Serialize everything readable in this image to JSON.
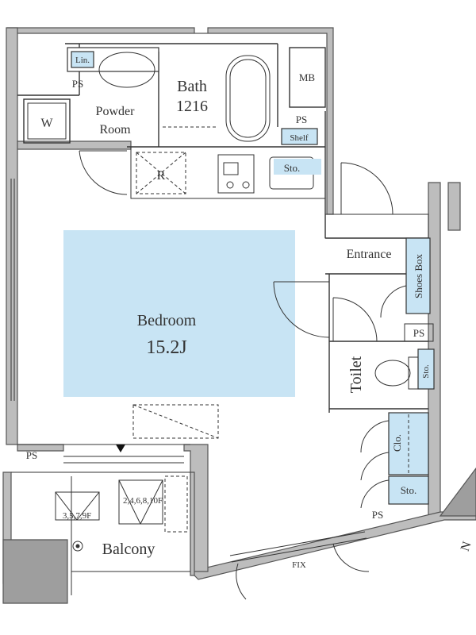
{
  "rooms": {
    "bedroom": {
      "name": "Bedroom",
      "size": "15.2J"
    },
    "bath": {
      "name": "Bath",
      "size": "1216"
    },
    "powder_room": {
      "line1": "Powder",
      "line2": "Room"
    },
    "entrance": "Entrance",
    "toilet": "Toilet",
    "balcony": "Balcony"
  },
  "labels": {
    "washer": "W",
    "refrigerator": "R",
    "meter_box": "MB",
    "linen": "Lin.",
    "shelf": "Shelf",
    "storage_kitchen": "Sto.",
    "shoes_box": "Shoes Box",
    "storage_toilet": "Sto.",
    "closet": "Clo.",
    "storage_closet": "Sto.",
    "fix_window": "FIX",
    "ps": "PS",
    "hatch_floors_a": "3,5,7,9F",
    "hatch_floors_b": "2,4,6,8,10F",
    "north": "N"
  },
  "colors": {
    "highlight": "#c8e4f4",
    "wall": "#bdbdbd",
    "line": "#333333"
  }
}
